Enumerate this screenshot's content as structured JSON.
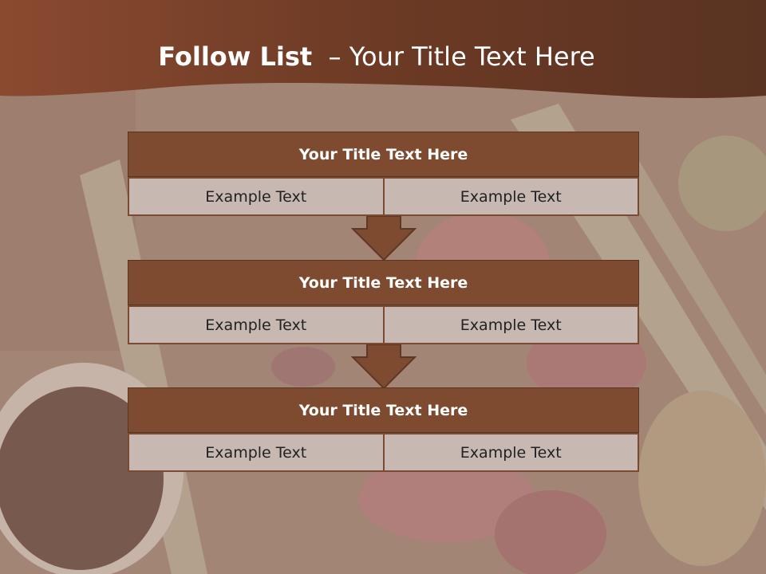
{
  "header": {
    "title_bold": "Follow List",
    "title_rest": "  – Your Title Text Here"
  },
  "blocks": [
    {
      "title": "Your Title Text Here",
      "left": "Example Text",
      "right": "Example Text"
    },
    {
      "title": "Your Title Text Here",
      "left": "Example Text",
      "right": "Example Text"
    },
    {
      "title": "Your Title Text Here",
      "left": "Example Text",
      "right": "Example Text"
    }
  ],
  "colors": {
    "header_band": "#6e3a24",
    "block_title": "#7e4b31",
    "cell_fill": "#c7b8b1",
    "arrow": "#7e4b31"
  }
}
